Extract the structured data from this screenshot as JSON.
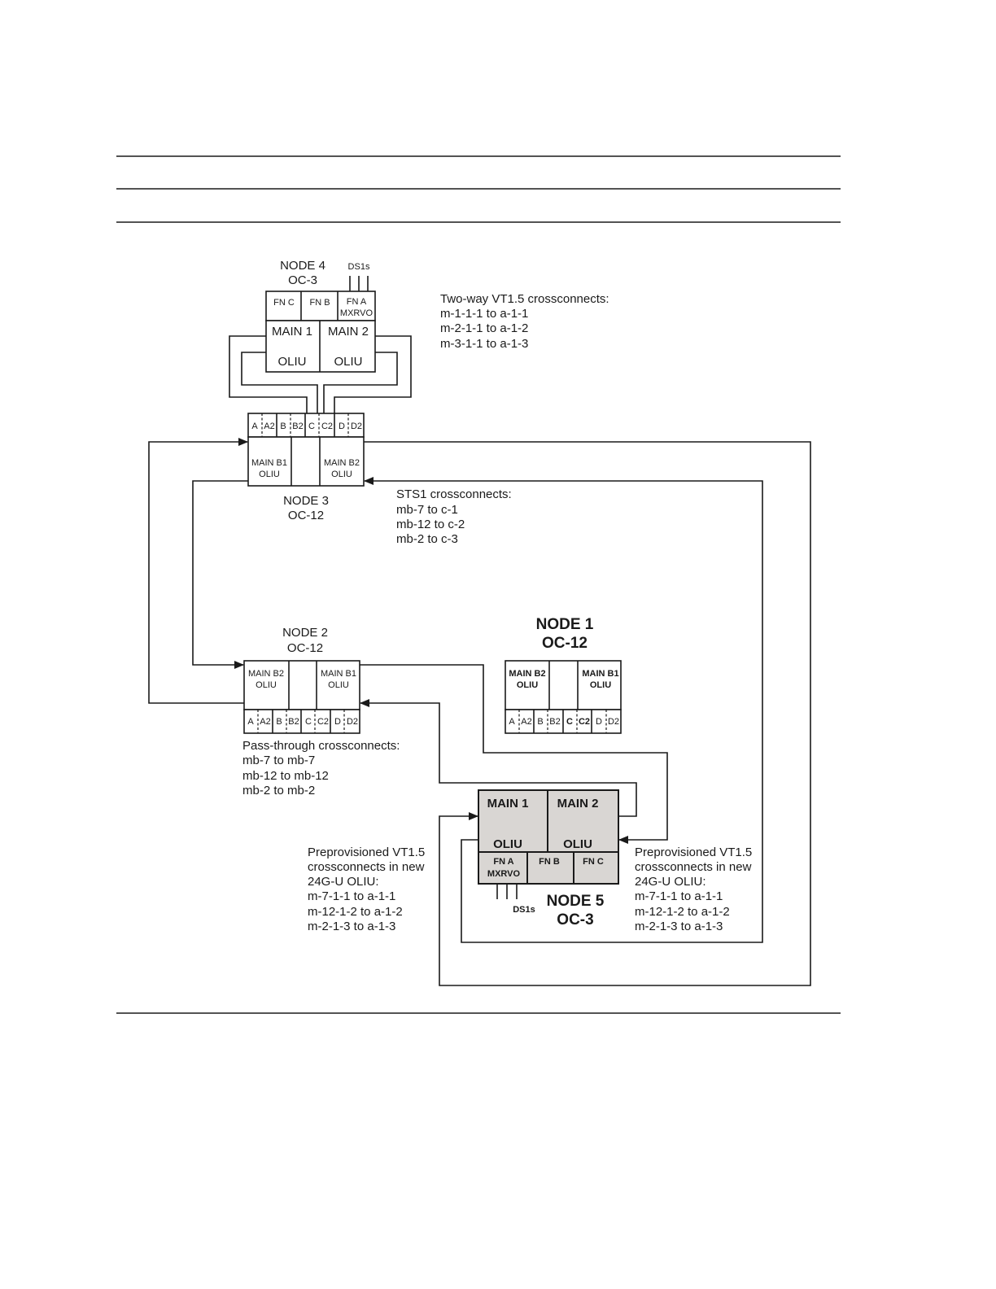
{
  "node4": {
    "title1": "NODE 4",
    "title2": "OC-3",
    "ds1s": "DS1s",
    "fn_c": "FN C",
    "fn_b": "FN B",
    "fn_a1": "FN A",
    "fn_a2": "MXRVO",
    "main1": "MAIN 1",
    "main2": "MAIN 2",
    "oliu": "OLIU"
  },
  "node4_notes": {
    "title": "Two-way VT1.5 crossconnects:",
    "lines": [
      "m-1-1-1 to a-1-1",
      "m-2-1-1 to a-1-2",
      "m-3-1-1 to a-1-3"
    ]
  },
  "node3": {
    "title1": "NODE 3",
    "title2": "OC-12",
    "slots": [
      "A",
      "A2",
      "B",
      "B2",
      "C",
      "C2",
      "D",
      "D2"
    ],
    "main_b1": "MAIN B1",
    "main_b2": "MAIN B2",
    "oliu": "OLIU"
  },
  "node3_notes": {
    "title": "STS1 crossconnects:",
    "lines": [
      "mb-7 to c-1",
      "mb-12 to c-2",
      "mb-2 to c-3"
    ]
  },
  "node2": {
    "title1": "NODE 2",
    "title2": "OC-12",
    "slots": [
      "A",
      "A2",
      "B",
      "B2",
      "C",
      "C2",
      "D",
      "D2"
    ],
    "main_b1": "MAIN B1",
    "main_b2": "MAIN B2",
    "oliu": "OLIU"
  },
  "node2_notes": {
    "title": "Pass-through crossconnects:",
    "lines": [
      "mb-7 to mb-7",
      "mb-12 to mb-12",
      "mb-2 to mb-2"
    ]
  },
  "node1": {
    "title1": "NODE 1",
    "title2": "OC-12",
    "slots": [
      "A",
      "A2",
      "B",
      "B2",
      "C",
      "C2",
      "D",
      "D2"
    ],
    "main_b1": "MAIN B1",
    "main_b2": "MAIN B2",
    "oliu": "OLIU"
  },
  "node5": {
    "title1": "NODE 5",
    "title2": "OC-3",
    "ds1s": "DS1s",
    "main1": "MAIN 1",
    "main2": "MAIN 2",
    "oliu": "OLIU",
    "fn_a1": "FN A",
    "fn_a2": "MXRVO",
    "fn_b": "FN B",
    "fn_c": "FN C"
  },
  "node5_notes_left": {
    "lines": [
      "Preprovisioned VT1.5",
      "crossconnects in new",
      "24G-U OLIU:",
      "m-7-1-1 to a-1-1",
      "m-12-1-2 to a-1-2",
      "m-2-1-3 to a-1-3"
    ]
  },
  "node5_notes_right": {
    "lines": [
      "Preprovisioned VT1.5",
      "crossconnects in new",
      "24G-U OLIU:",
      "m-7-1-1 to a-1-1",
      "m-12-1-2 to a-1-2",
      "m-2-1-3 to a-1-3"
    ]
  }
}
